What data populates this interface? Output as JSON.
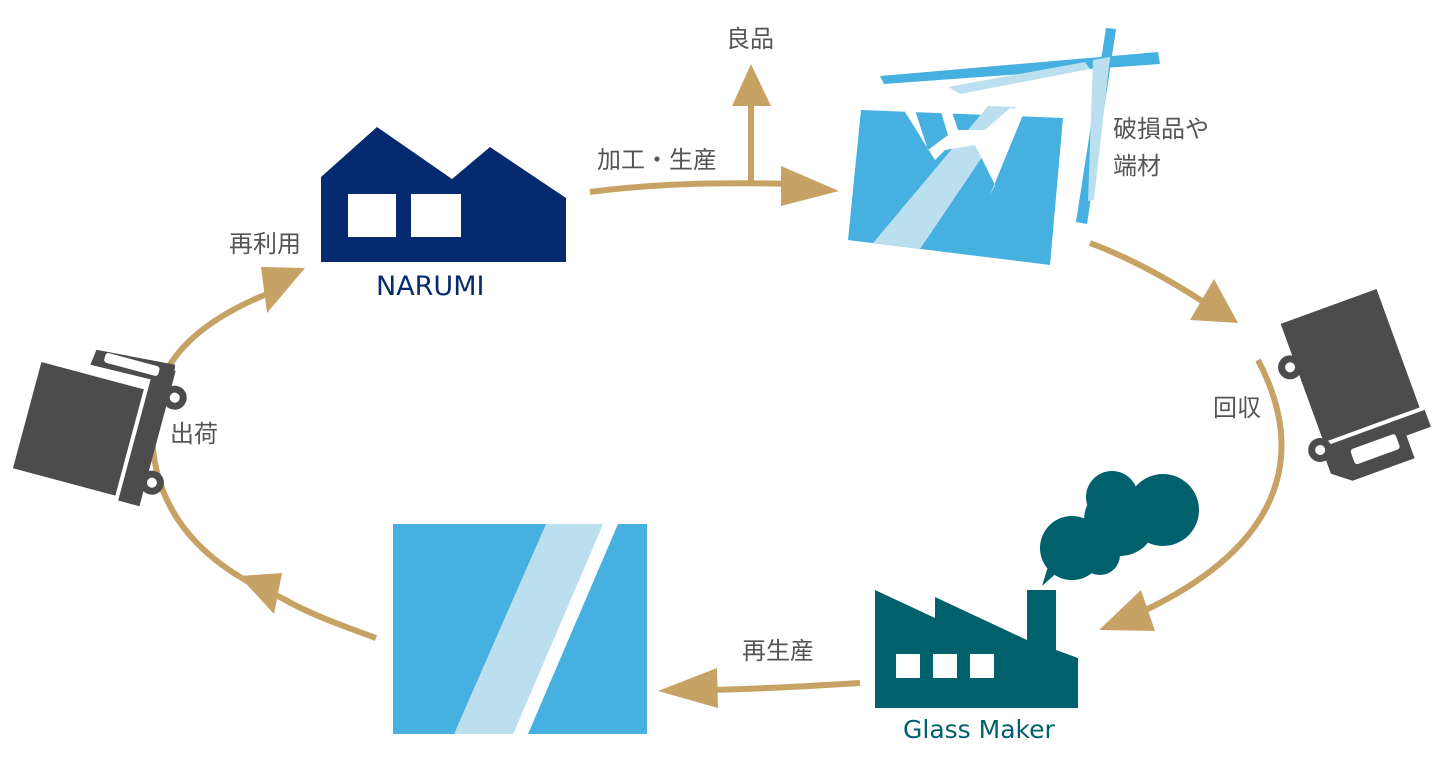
{
  "colors": {
    "arrow": "#c7a265",
    "narumi_navy": "#052a6f",
    "glass_blue": "#46b0e0",
    "glass_light": "#bcdff0",
    "truck_gray": "#4c4c4c",
    "factory_teal": "#00606c",
    "label_gray": "#555555"
  },
  "nodes": {
    "narumi": {
      "icon": "house-factory-icon",
      "label": "NARUMI"
    },
    "glass_maker": {
      "icon": "factory-smoke-icon",
      "label": "Glass Maker"
    },
    "broken_glass": {
      "icon": "broken-glass-icon"
    },
    "new_glass": {
      "icon": "glass-pane-icon"
    },
    "truck_collect": {
      "icon": "truck-icon"
    },
    "truck_ship": {
      "icon": "truck-icon"
    }
  },
  "steps": {
    "processing": "加工・生産",
    "good_product": "良品",
    "scraps": [
      "破損品や",
      "端材"
    ],
    "collection": "回収",
    "reproduction": "再生産",
    "shipping": "出荷",
    "reuse": "再利用"
  }
}
